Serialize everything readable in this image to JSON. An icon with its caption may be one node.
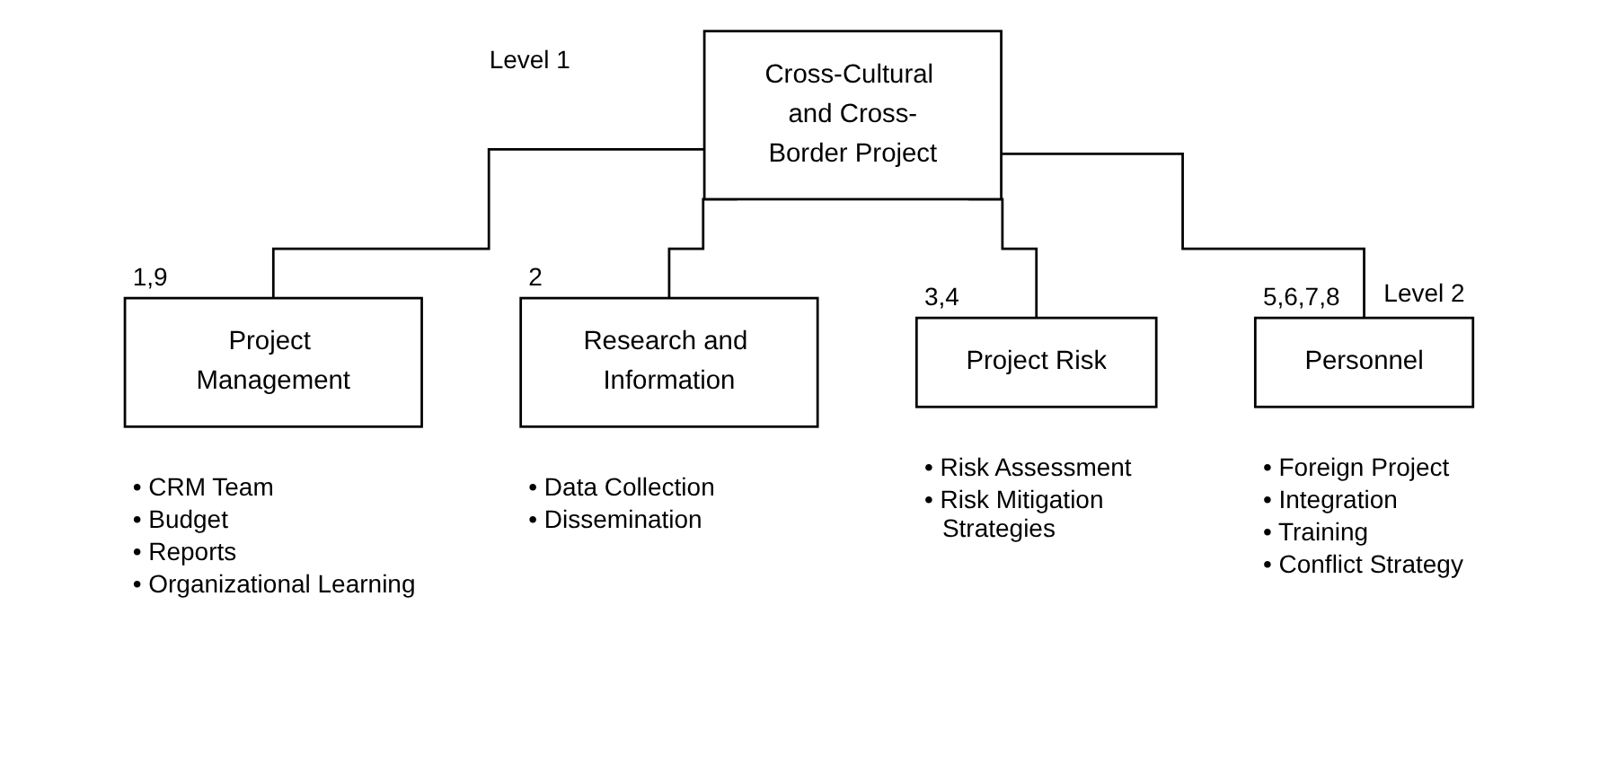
{
  "diagram": {
    "nodes": [
      {
        "text": [
          "Cross-Cultural and Cross-Border Project"
        ]
      },
      {
        "text": [
          "Project Management"
        ],
        "beside": [
          "1,9",
          "• CRM Team",
          "• Budget",
          "• Reports",
          "• Organizational Learning"
        ]
      },
      {
        "text": [
          "Research and Information"
        ],
        "beside": [
          "2",
          "• Data Collection",
          "• Dissemination"
        ]
      },
      {
        "text": [
          "Project Risk"
        ],
        "beside": [
          "3,4",
          "• Risk Assessment",
          "• Risk Mitigation Strategies"
        ]
      },
      {
        "text": [
          "Personnel"
        ],
        "beside": [
          "5,6,7,8",
          "• Foreign Project",
          "• Integration",
          "• Training",
          "• Conflict Strategy"
        ]
      }
    ],
    "edges": [
      {
        "from": 0,
        "to": 1,
        "arrow": "none"
      },
      {
        "from": 0,
        "to": 2,
        "arrow": "none"
      },
      {
        "from": 0,
        "to": 3,
        "arrow": "none"
      },
      {
        "from": 0,
        "to": 4,
        "arrow": "none"
      }
    ],
    "labels": [
      "Level 1",
      "Level 2"
    ]
  }
}
